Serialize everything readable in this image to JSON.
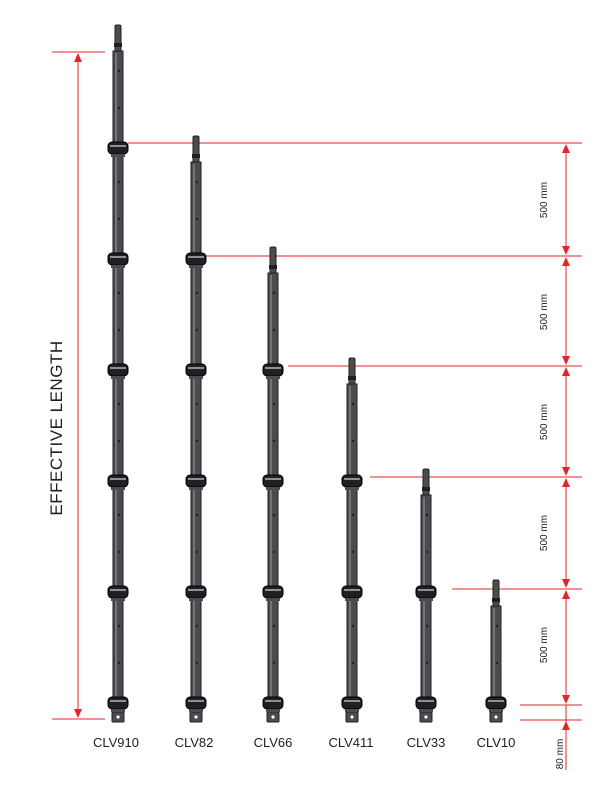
{
  "diagram": {
    "effective_length_label": "EFFECTIVE LENGTH",
    "standards": [
      {
        "model": "CLV910"
      },
      {
        "model": "CLV82"
      },
      {
        "model": "CLV66"
      },
      {
        "model": "CLV411"
      },
      {
        "model": "CLV33"
      },
      {
        "model": "CLV10"
      }
    ],
    "dimensions": [
      {
        "label": "500 mm"
      },
      {
        "label": "500 mm"
      },
      {
        "label": "500 mm"
      },
      {
        "label": "500 mm"
      },
      {
        "label": "500 mm"
      },
      {
        "label": "80 mm"
      }
    ],
    "colors": {
      "dimension_line": "#e3242b",
      "tube": "#4a4c50",
      "tube_dark": "#1f2023",
      "tube_highlight": "#8d9095",
      "label": "#1e1e1e"
    }
  }
}
